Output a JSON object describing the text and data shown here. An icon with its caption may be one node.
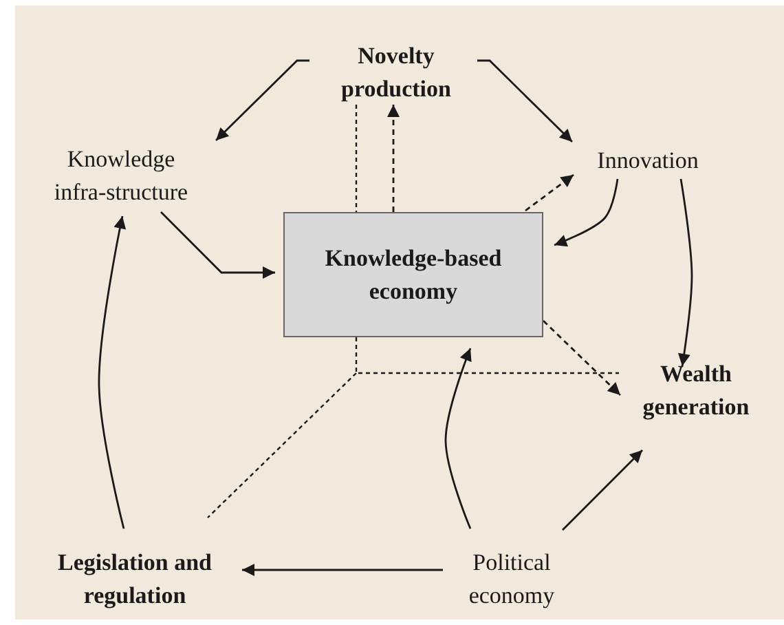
{
  "diagram": {
    "nodes": [
      {
        "text": [
          "Novelty production"
        ]
      },
      {
        "text": [
          "Knowledge infra-structure"
        ]
      },
      {
        "text": [
          "Innovation"
        ]
      },
      {
        "text": [
          "Knowledge-based economy"
        ]
      },
      {
        "text": [
          "Wealth generation"
        ]
      },
      {
        "text": [
          "Legislation and regulation"
        ]
      },
      {
        "text": [
          "Political economy"
        ]
      }
    ],
    "edges": [
      {
        "from": 0,
        "to": 1,
        "arrow": "to"
      },
      {
        "from": 0,
        "to": 2,
        "arrow": "to"
      },
      {
        "from": 3,
        "to": 0,
        "arrow": "to",
        "style": "dashed"
      },
      {
        "from": 3,
        "to": 2,
        "arrow": "to",
        "style": "dashed"
      },
      {
        "from": 2,
        "to": 3,
        "arrow": "to"
      },
      {
        "from": 2,
        "to": 4,
        "arrow": "to"
      },
      {
        "from": 1,
        "to": 3,
        "arrow": "to"
      },
      {
        "from": 3,
        "to": 4,
        "arrow": "to",
        "style": "dashed"
      },
      {
        "from": 6,
        "to": 3,
        "arrow": "to"
      },
      {
        "from": 6,
        "to": 4,
        "arrow": "to"
      },
      {
        "from": 6,
        "to": 5,
        "arrow": "to"
      },
      {
        "from": 5,
        "to": 1,
        "arrow": "to"
      }
    ]
  }
}
